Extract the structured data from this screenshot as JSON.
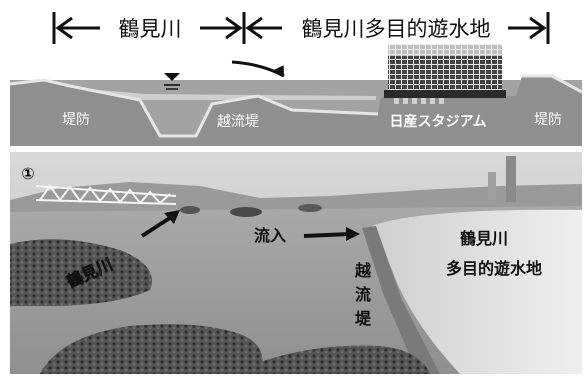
{
  "header": {
    "river_label": "鶴見川",
    "basin_label": "鶴見川多目的遊水地"
  },
  "cross_section": {
    "levee_left": "堤防",
    "overflow_levee": "越流堤",
    "stadium": "日産スタジアム",
    "levee_right": "堤防"
  },
  "photo": {
    "panel_number": "①",
    "river_label": "鶴見川",
    "inflow_label": "流入",
    "overflow_levee_chars": [
      "越",
      "流",
      "堤"
    ],
    "basin_line1": "鶴見川",
    "basin_line2": "多目的遊水地"
  },
  "colors": {
    "section_ground": "#9c9c9c",
    "water": "#c9c9c9",
    "ink": "#111111"
  }
}
